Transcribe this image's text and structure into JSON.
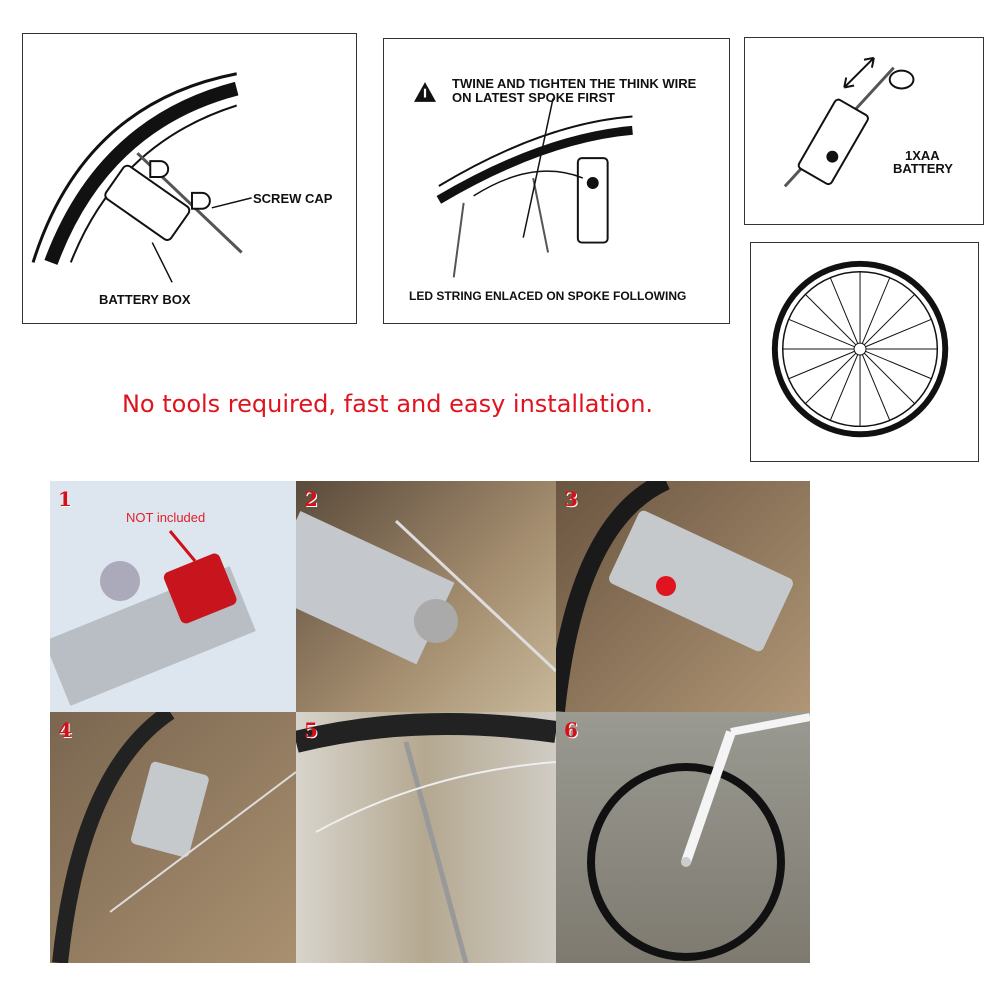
{
  "diagrams": {
    "battery_box": {
      "battery_box_label": "BATTERY BOX",
      "screw_cap_label": "SCREW CAP"
    },
    "wire": {
      "warning_line1": "TWINE AND TIGHTEN THE THINK WIRE",
      "warning_line2": "ON LATEST SPOKE FIRST",
      "led_label": "LED STRING  ENLACED ON SPOKE FOLLOWING",
      "warning_icon": "warning-triangle-icon"
    },
    "battery": {
      "line1": "1XAA",
      "line2": "BATTERY"
    },
    "wheel": {}
  },
  "tagline": "No tools required, fast and easy installation.",
  "photos": [
    {
      "number": "1",
      "note": "NOT included"
    },
    {
      "number": "2"
    },
    {
      "number": "3"
    },
    {
      "number": "4"
    },
    {
      "number": "5"
    },
    {
      "number": "6"
    }
  ],
  "colors": {
    "accent_red": "#e0141e"
  }
}
